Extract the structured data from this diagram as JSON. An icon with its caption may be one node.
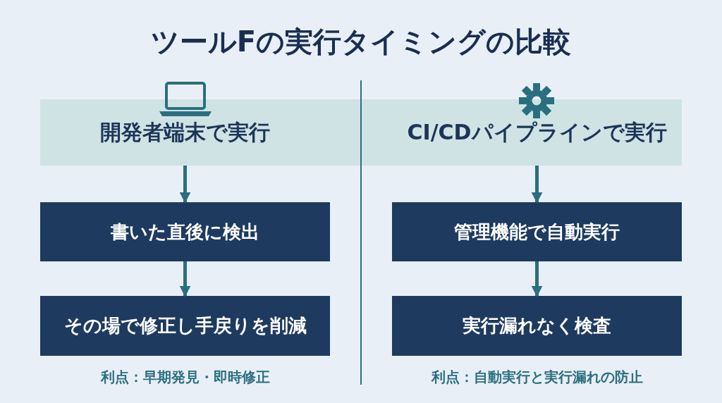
{
  "diagram": {
    "title": "ツールFの実行タイミングの比較",
    "nodes": [
      {
        "text": [
          "開発者端末で実行"
        ]
      },
      {
        "text": [
          "書いた直後に検出"
        ]
      },
      {
        "text": [
          "その場で修正し手戻りを削減"
        ]
      },
      {
        "text": [
          "CI/CDパイプラインで実行"
        ]
      },
      {
        "text": [
          "管理機能で自動実行"
        ]
      },
      {
        "text": [
          "実行漏れなく検査"
        ]
      }
    ],
    "edges": [
      {
        "from": 0,
        "to": 1,
        "arrow": "to"
      },
      {
        "from": 1,
        "to": 2,
        "arrow": "to"
      },
      {
        "from": 3,
        "to": 4,
        "arrow": "to"
      },
      {
        "from": 4,
        "to": 5,
        "arrow": "to"
      }
    ],
    "labels": [
      "利点：早期発見・即時修正",
      "利点：自動実行と実行漏れの防止"
    ]
  }
}
